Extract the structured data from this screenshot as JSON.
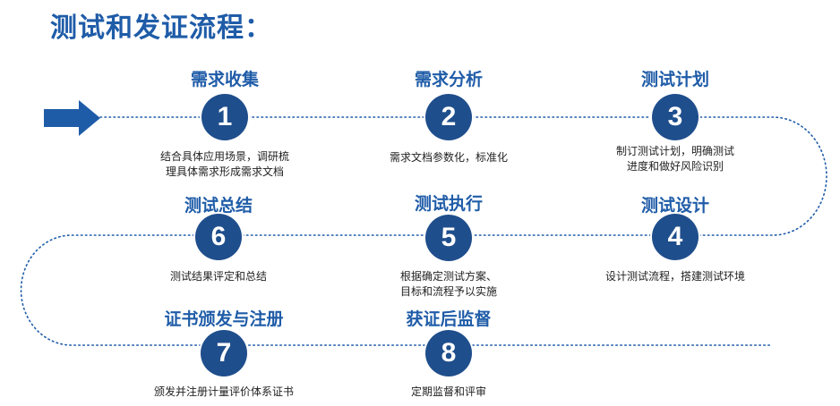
{
  "title": "测试和发证流程：",
  "accent_color": "#1f5ca8",
  "circle_color": "#1f4e8c",
  "arrow_icon": "right-arrow-icon",
  "steps": [
    {
      "number": "1",
      "title": "需求收集",
      "desc": [
        "结合具体应用场景，调研梳",
        "理具体需求形成需求文档"
      ]
    },
    {
      "number": "2",
      "title": "需求分析",
      "desc": [
        "需求文档参数化，标准化"
      ]
    },
    {
      "number": "3",
      "title": "测试计划",
      "desc": [
        "制订测试计划，明确测试",
        "进度和做好风险识别"
      ]
    },
    {
      "number": "4",
      "title": "测试设计",
      "desc": [
        "设计测试流程，搭建测试环境"
      ]
    },
    {
      "number": "5",
      "title": "测试执行",
      "desc": [
        "根据确定测试方案、",
        "目标和流程予以实施"
      ]
    },
    {
      "number": "6",
      "title": "测试总结",
      "desc": [
        "测试结果评定和总结"
      ]
    },
    {
      "number": "7",
      "title": "证书颁发与注册",
      "desc": [
        "颁发并注册计量评价体系证书"
      ]
    },
    {
      "number": "8",
      "title": "获证后监督",
      "desc": [
        "定期监督和评审"
      ]
    }
  ]
}
